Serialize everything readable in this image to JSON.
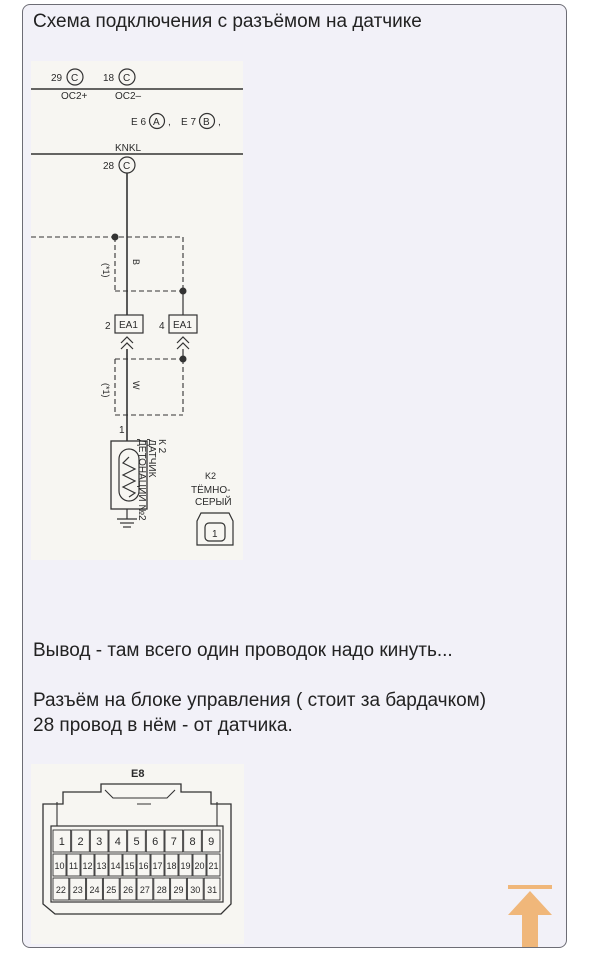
{
  "post": {
    "title": "Схема подключения с разъёмом на датчике",
    "paragraph1": "Вывод - там всего один проводок надо кинуть...",
    "paragraph2_line1": "Разъём на блоке управления ( стоит за бардачком)",
    "paragraph2_line2": "28 провод в нём - от датчика."
  },
  "wiring_diagram": {
    "pin_29": "29",
    "pin_18": "18",
    "pin_letter_c": "C",
    "label_oc2p": "OC2+",
    "label_oc2m": "OC2–",
    "label_e6": "E 6",
    "label_a": "A",
    "label_e7": "E 7",
    "label_b": "B",
    "label_knkl": "KNKL",
    "pin_28": "28",
    "wire_b": "B",
    "wire_w": "W",
    "shield_note": "(*1)",
    "pin_2": "2",
    "pin_4": "4",
    "connector_ea1": "EA1",
    "pin_1": "1",
    "sensor_k2": "К 2",
    "sensor_line1": "ДАТЧИК",
    "sensor_line2": "ДЕТОНАЦИИ №2",
    "k2_label": "K2",
    "k2_color1": "ТЁМНО-",
    "k2_color2": "СЕРЫЙ",
    "plug_pin": "1"
  },
  "ecu_connector": {
    "name": "E8",
    "row1": [
      "1",
      "2",
      "3",
      "4",
      "5",
      "6",
      "7",
      "8",
      "9"
    ],
    "row2": [
      "10",
      "11",
      "12",
      "13",
      "14",
      "15",
      "16",
      "17",
      "18",
      "19",
      "20",
      "21"
    ],
    "row3": [
      "22",
      "23",
      "24",
      "25",
      "26",
      "27",
      "28",
      "29",
      "30",
      "31"
    ]
  },
  "ui": {
    "scroll_top_icon": "arrow-up-icon",
    "accent_color": "#f0b77a"
  }
}
